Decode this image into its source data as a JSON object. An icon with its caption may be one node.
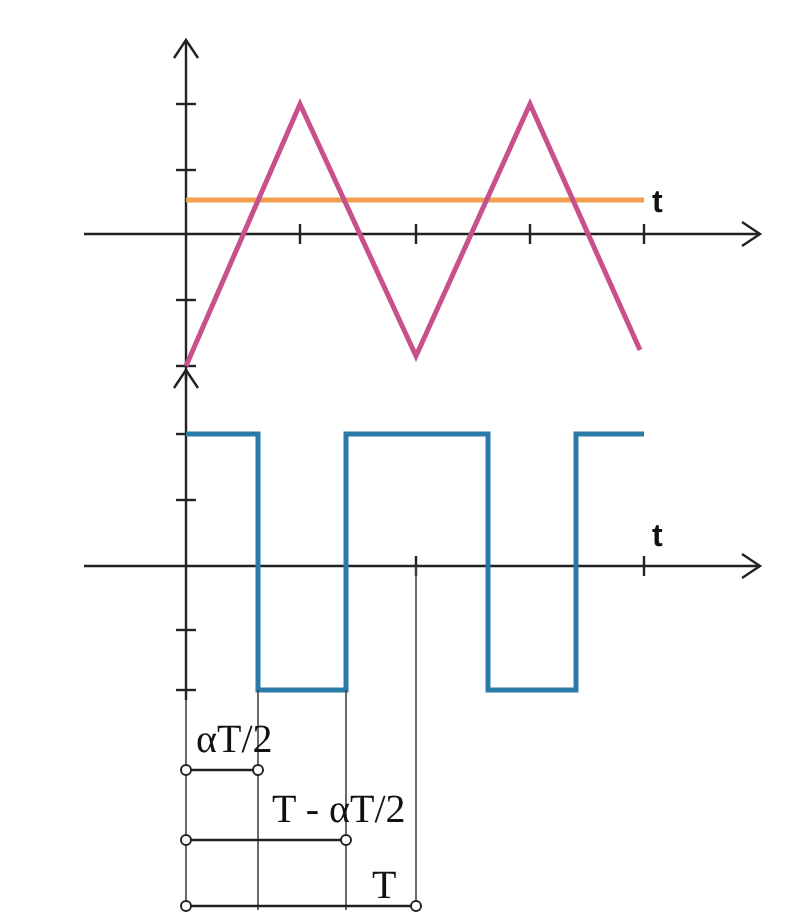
{
  "diagram": {
    "labels": [
      "t",
      "t",
      "αT/2",
      "T - αT/2",
      "T"
    ]
  }
}
